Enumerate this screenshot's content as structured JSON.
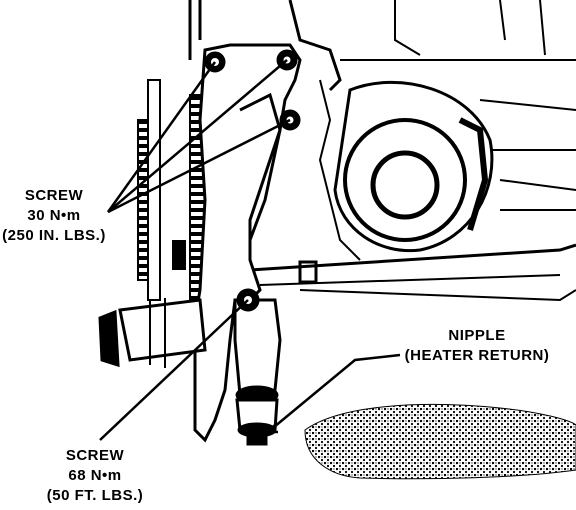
{
  "callouts": {
    "screw_upper": {
      "line1": "SCREW",
      "line2": "30 N•m",
      "line3": "(250 IN. LBS.)"
    },
    "screw_lower": {
      "line1": "SCREW",
      "line2": "68 N•m",
      "line3": "(50 FT. LBS.)"
    },
    "nipple": {
      "line1": "NIPPLE",
      "line2": "(HEATER RETURN)"
    }
  },
  "colors": {
    "ink": "#000000",
    "paper": "#ffffff",
    "shade": "#5a5a5a"
  }
}
